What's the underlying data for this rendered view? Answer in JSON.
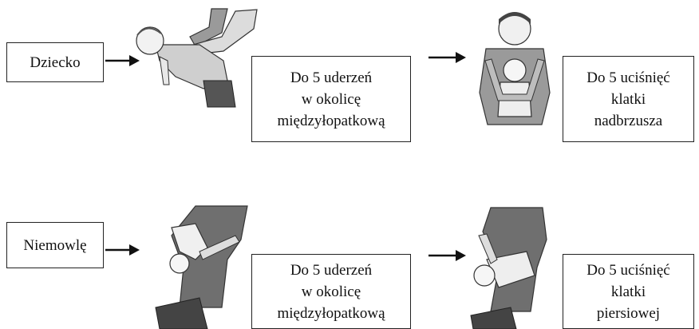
{
  "rows": [
    {
      "label": "Dziecko",
      "step1": [
        "Do 5 uderzeń",
        "w okolicę",
        "międzyłopatkową"
      ],
      "step2": [
        "Do 5 uciśnięć",
        "klatki",
        "nadbrzusza"
      ]
    },
    {
      "label": "Niemowlę",
      "step1": [
        "Do 5 uderzeń",
        "w okolicę",
        "międzyłopatkową"
      ],
      "step2": [
        "Do 5 uciśnięć",
        "klatki",
        "piersiowej"
      ]
    }
  ]
}
